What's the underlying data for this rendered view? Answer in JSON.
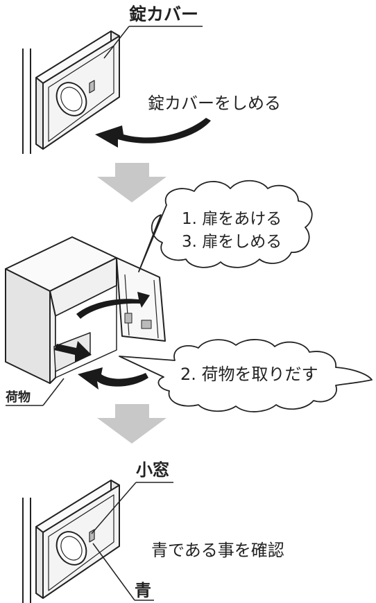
{
  "labels": {
    "lock_cover": "錠カバー",
    "close_lock_cover": "錠カバーをしめる",
    "step1_open_door": "1. 扉をあける",
    "step3_close_door": "3. 扉をしめる",
    "step2_take_out": "2. 荷物を取りだす",
    "parcel": "荷物",
    "small_window": "小窓",
    "confirm_blue": "青である事を確認",
    "blue": "青"
  },
  "colors": {
    "line": "#222222",
    "flow_arrow": "#c8c8c8",
    "panel_fill": "#f4f4f4",
    "box_side": "#e4e4e4",
    "box_top": "#fafafa"
  }
}
